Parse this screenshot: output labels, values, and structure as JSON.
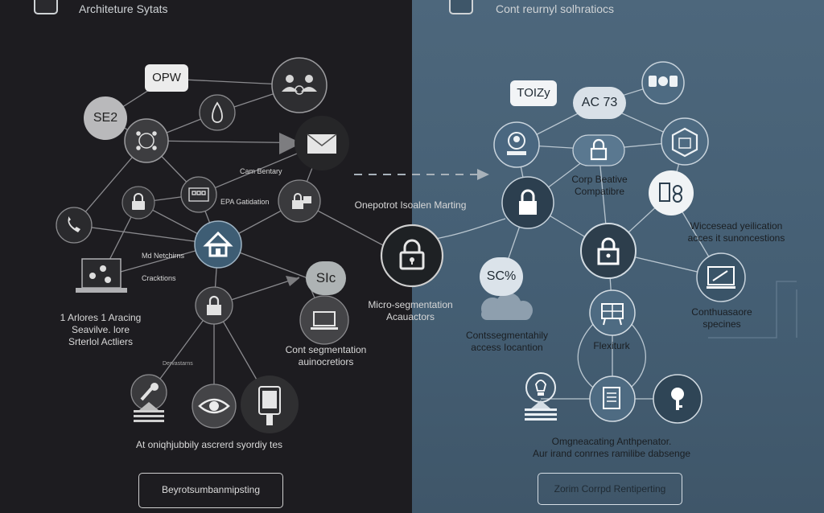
{
  "left": {
    "title": "Architeture Sytats",
    "badges": {
      "opw": "OPW",
      "se2": "SE2",
      "sic": "SIc"
    },
    "labels": {
      "cam_bentary": "Cam Bentary",
      "epa_gatidation": "EPA Gatidation",
      "md_netchirns": "Md Netchirns",
      "cracktions": "Cracktions",
      "arlores_line1": "1 Arlores 1 Aracing",
      "arlores_line2": "Seavilve. lore",
      "arlores_line3": "Srterlol Actliers",
      "cont_line1": "Cont segmentation",
      "cont_line2": "auinocretiors",
      "small_dash": "Dervastarns",
      "bottom_caption": "At oniqhjubbily ascrerd syordiy tes"
    },
    "button": "Beyrotsumbanmipsting"
  },
  "center": {
    "label": "Onepotrot Isoalen Marting",
    "micro_line1": "Micro-segmentation",
    "micro_line2": "Acauactors"
  },
  "right": {
    "title": "Cont reurnyl solhratiocs",
    "badges": {
      "toizy": "TOIZy",
      "ac73": "AC 73",
      "sc": "SC%"
    },
    "labels": {
      "corp_line1": "Corp Beative",
      "corp_line2": "Compatibre",
      "wiced_line1": "Wiccesead yeilication",
      "wiced_line2": "acces it sunoncestions",
      "contmu_line1": "Conthuasaore",
      "contmu_line2": "specines",
      "contseg_line1": "Contssegmentahily",
      "contseg_line2": "access Iocantion",
      "flex": "Flexiturk",
      "oms_line1": "Omgneacating Anthpenator.",
      "oms_line2": "Aur irand conrnes ramilibe dabsenge"
    },
    "button": "Zorim Corrpd Rentiperting"
  },
  "icons": [
    "lock-icon",
    "mail-icon",
    "home-icon",
    "users-icon",
    "laptop-icon",
    "eye-icon",
    "phone-icon",
    "network-icon",
    "document-icon",
    "lightbulb-icon",
    "shield-icon",
    "tablet-icon",
    "drop-icon",
    "bug-icon",
    "hub-icon"
  ],
  "colors": {
    "left_bg": "#1d1c20",
    "right_bg": "#4d677c",
    "node_dark": "#3b3b3e",
    "node_blue": "#4f6c84",
    "accent_lock": "#3d5a6e"
  }
}
